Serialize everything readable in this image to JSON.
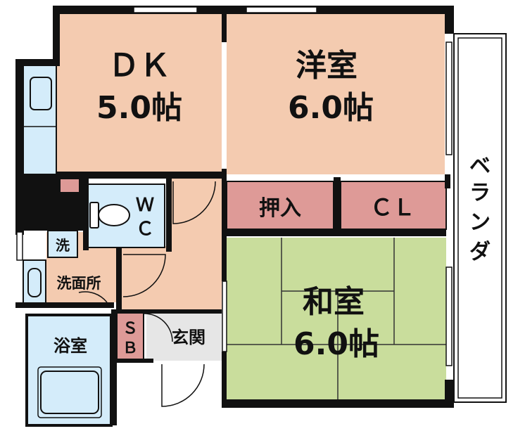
{
  "rooms": {
    "dk": {
      "name": "ＤＫ",
      "size": "5.0帖"
    },
    "yoshitsu": {
      "name": "洋室",
      "size": "6.0帖"
    },
    "washitsu": {
      "name": "和室",
      "size": "6.0帖"
    },
    "oshiire": {
      "name": "押入"
    },
    "closet": {
      "name": "ＣＬ"
    },
    "wc_1": "Ｗ",
    "wc_2": "Ｃ",
    "washer": "洗",
    "senmenjo": "洗面所",
    "yokushitsu": "浴室",
    "sb_1": "Ｓ",
    "sb_2": "Ｂ",
    "genkan": "玄関",
    "veranda": [
      "ベ",
      "ラ",
      "ン",
      "ダ"
    ]
  },
  "colors": {
    "wall": "#111111",
    "dk_floor": "#f4cbb0",
    "yoshitsu_floor": "#f4cbb0",
    "washitsu_floor": "#c9dd9c",
    "storage": "#de9a97",
    "wet_area": "#d4ecfa",
    "veranda": "#ffffff",
    "sb": "#de9a97",
    "entry": "#e6e6e6"
  }
}
